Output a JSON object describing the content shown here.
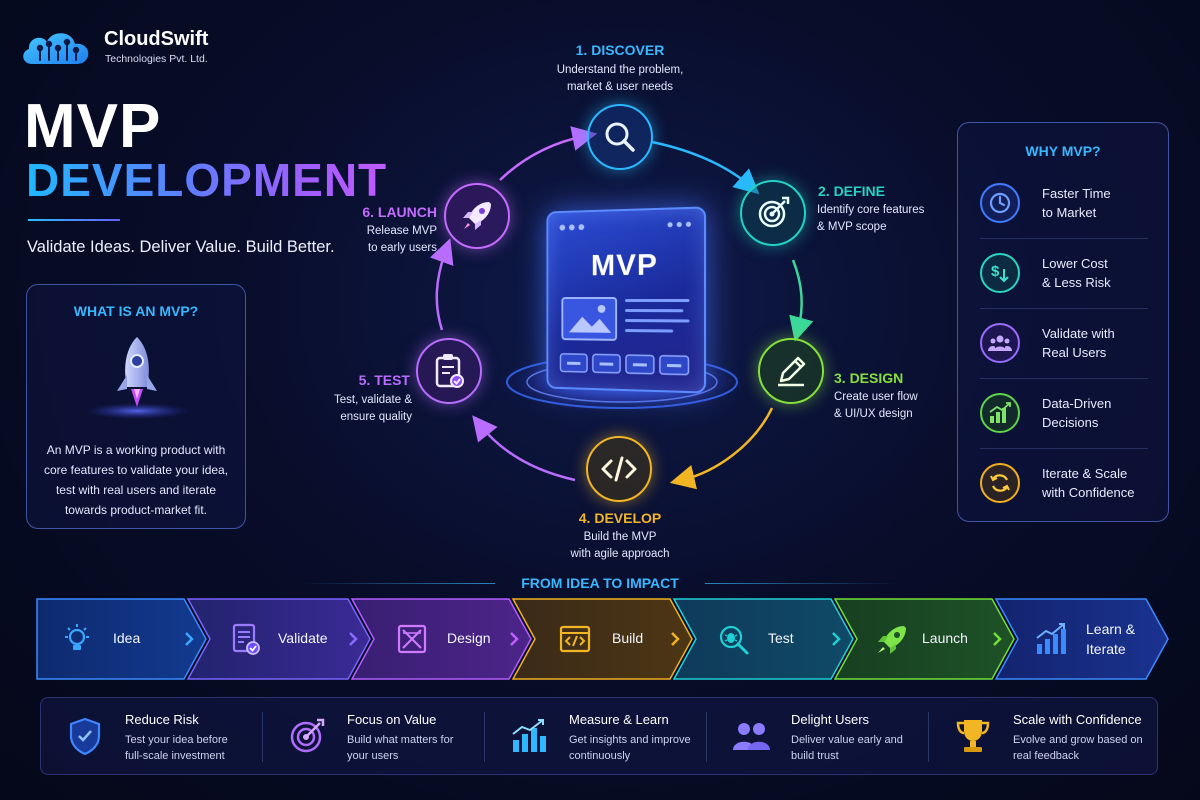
{
  "brand": {
    "name": "CloudSwift",
    "subtitle": "Technologies Pvt. Ltd."
  },
  "hero": {
    "title_line1": "MVP",
    "title_line2": "DEVELOPMENT",
    "tagline": "Validate Ideas. Deliver Value. Build Better."
  },
  "what_is": {
    "title": "WHAT IS AN MVP?",
    "text": "An MVP is a working product with core features to validate your idea, test with real users and iterate towards product-market fit."
  },
  "center": {
    "label": "MVP"
  },
  "cycle": [
    {
      "title": "1. DISCOVER",
      "desc1": "Understand the problem,",
      "desc2": "market & user needs",
      "icon": "search-icon",
      "color": "#2ab8ff"
    },
    {
      "title": "2. DEFINE",
      "desc1": "Identify core features",
      "desc2": "& MVP scope",
      "icon": "target-icon",
      "color": "#22d3c5"
    },
    {
      "title": "3. DESIGN",
      "desc1": "Create user flow",
      "desc2": "& UI/UX design",
      "icon": "pencil-ruler-icon",
      "color": "#86e03a"
    },
    {
      "title": "4. DEVELOP",
      "desc1": "Build the MVP",
      "desc2": "with agile approach",
      "icon": "code-icon",
      "color": "#f2b524"
    },
    {
      "title": "5. TEST",
      "desc1": "Test, validate &",
      "desc2": "ensure quality",
      "icon": "clipboard-check-icon",
      "color": "#b86dff"
    },
    {
      "title": "6. LAUNCH",
      "desc1": "Release MVP",
      "desc2": "to early users",
      "icon": "rocket-icon",
      "color": "#c66bff"
    }
  ],
  "why": {
    "title": "WHY MVP?",
    "items": [
      {
        "line1": "Faster Time",
        "line2": "to Market",
        "icon": "clock-icon",
        "color": "#3f7cff"
      },
      {
        "line1": "Lower Cost",
        "line2": "& Less Risk",
        "icon": "dollar-down-icon",
        "color": "#2cd5c0"
      },
      {
        "line1": "Validate with",
        "line2": "Real Users",
        "icon": "users-icon",
        "color": "#9b6bff"
      },
      {
        "line1": "Data-Driven",
        "line2": "Decisions",
        "icon": "bar-chart-icon",
        "color": "#5fd34a"
      },
      {
        "line1": "Iterate & Scale",
        "line2": "with Confidence",
        "icon": "refresh-icon",
        "color": "#f0b020"
      }
    ]
  },
  "ribbon": {
    "title": "FROM IDEA TO IMPACT",
    "steps": [
      {
        "label": "Idea",
        "icon": "lightbulb-icon",
        "color": "#3aa7ff"
      },
      {
        "label": "Validate",
        "icon": "checklist-icon",
        "color": "#8a6bff"
      },
      {
        "label": "Design",
        "icon": "design-icon",
        "color": "#c060ff"
      },
      {
        "label": "Build",
        "icon": "code-icon",
        "color": "#f0b020"
      },
      {
        "label": "Test",
        "icon": "bug-search-icon",
        "color": "#1fd0d6"
      },
      {
        "label": "Launch",
        "icon": "rocket-icon",
        "color": "#6fe03a"
      },
      {
        "label1": "Learn &",
        "label2": "Iterate",
        "icon": "growth-chart-icon",
        "color": "#3a8bff"
      }
    ]
  },
  "benefits": [
    {
      "title": "Reduce Risk",
      "desc1": "Test your idea before",
      "desc2": "full-scale investment",
      "icon": "shield-icon",
      "color": "#2f7dff"
    },
    {
      "title": "Focus on Value",
      "desc1": "Build what matters for",
      "desc2": "your users",
      "icon": "target-icon",
      "color": "#b06bff"
    },
    {
      "title": "Measure & Learn",
      "desc1": "Get insights and improve",
      "desc2": "continuously",
      "icon": "bar-chart-icon",
      "color": "#2fb8ff"
    },
    {
      "title": "Delight Users",
      "desc1": "Deliver value early and",
      "desc2": "build trust",
      "icon": "users-icon",
      "color": "#8a7bff"
    },
    {
      "title": "Scale with Confidence",
      "desc1": "Evolve and grow based on",
      "desc2": "real feedback",
      "icon": "trophy-icon",
      "color": "#f2b524"
    }
  ]
}
